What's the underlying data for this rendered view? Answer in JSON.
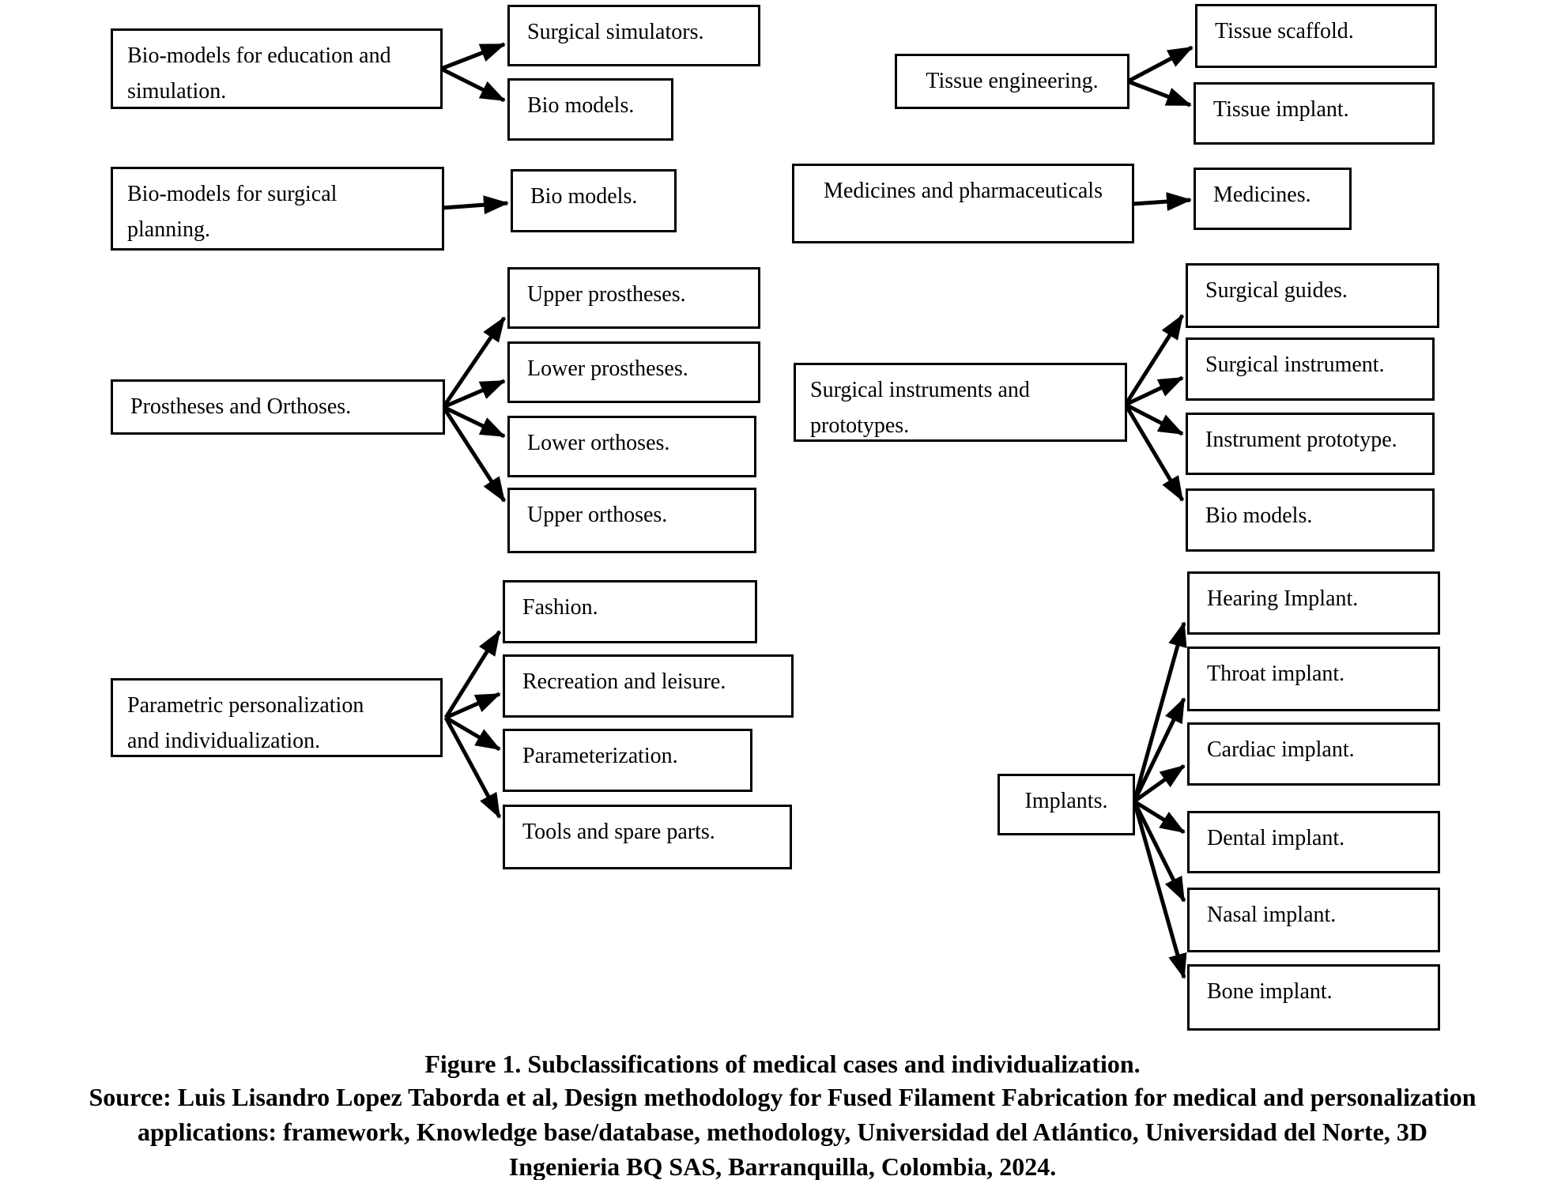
{
  "figure": {
    "caption": "Figure 1. Subclassifications of medical cases and individualization.",
    "source_lines": [
      "Source: Luis Lisandro Lopez Taborda et al, Design methodology for Fused Filament Fabrication for medical and personalization",
      "applications: framework, Knowledge base/database, methodology, Universidad del Atlántico, Universidad del Norte, 3D",
      "Ingenieria BQ SAS, Barranquilla, Colombia, 2024."
    ]
  },
  "diagram": {
    "groups": [
      {
        "parent": "Bio-models for education and\nsimulation.",
        "children": [
          "Surgical simulators.",
          "Bio models."
        ]
      },
      {
        "parent": "Bio-models for surgical\nplanning.",
        "children": [
          "Bio models."
        ]
      },
      {
        "parent": "Prostheses and Orthoses.",
        "children": [
          "Upper prostheses.",
          "Lower prostheses.",
          "Lower orthoses.",
          "Upper orthoses."
        ]
      },
      {
        "parent": "Parametric personalization\nand individualization.",
        "children": [
          "Fashion.",
          "Recreation and leisure.",
          "Parameterization.",
          "Tools and spare parts."
        ]
      },
      {
        "parent": "Tissue engineering.",
        "children": [
          "Tissue scaffold.",
          "Tissue implant."
        ]
      },
      {
        "parent": "Medicines and pharmaceuticals",
        "children": [
          "Medicines."
        ]
      },
      {
        "parent": "Surgical instruments and\nprototypes.",
        "children": [
          "Surgical guides.",
          "Surgical instrument.",
          "Instrument prototype.",
          "Bio models."
        ]
      },
      {
        "parent": "Implants.",
        "children": [
          "Hearing Implant.",
          "Throat implant.",
          "Cardiac implant.",
          "Dental implant.",
          "Nasal implant.",
          "Bone implant."
        ]
      }
    ],
    "colors": {
      "box_border": "#000000",
      "arrow": "#000000",
      "text": "#000000",
      "background": "#ffffff"
    }
  }
}
